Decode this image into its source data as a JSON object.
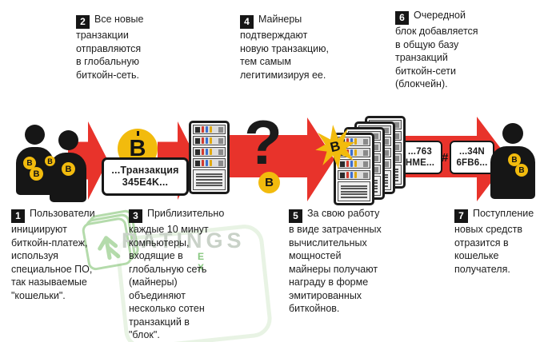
{
  "steps": [
    {
      "num": "1",
      "text": "Пользователи\nинициируют\nбиткойн-платеж,\nиспользуя\nспециальное ПО,\nтак называемые\n\"кошельки\"."
    },
    {
      "num": "2",
      "text": "Все новые\nтранзакции\nотправляются\nв глобальную\nбиткойн-сеть."
    },
    {
      "num": "3",
      "text": "Приблизительно\nкаждые 10 минут\nкомпьютеры,\nвходящие в\nглобальную сеть\n(майнеры)\nобъединяют\nнесколько сотен\nтранзакций в\n\"блок\"."
    },
    {
      "num": "4",
      "text": "Майнеры\nподтверждают\nновую транзакцию,\nтем самым\nлегитимизируя ее."
    },
    {
      "num": "5",
      "text": "За свою работу\nв виде затраченных\nвычислительных\nмощностей\nмайнеры получают\nнаграду в форме\nэмитированных\nбиткойнов."
    },
    {
      "num": "6",
      "text": "Очередной\nблок добавляется\nв общую базу\nтранзакций\nбиткойн-сети\n(блокчейн)."
    },
    {
      "num": "7",
      "text": "Поступление\nновых средств\nотразится в\nкошельке\nполучателя."
    }
  ],
  "flow": {
    "transaction_box": {
      "line1": "...Транзакция",
      "line2": "345E4K..."
    },
    "hash_box_1": {
      "line1": "...763",
      "line2": "HME..."
    },
    "hash_box_2": {
      "line1": "...34N",
      "line2": "6FB6..."
    },
    "hash_separator": "#",
    "question_mark": "?",
    "coin_letter": "B"
  },
  "watermark": {
    "text": "RATINGS",
    "subtext": "E X"
  },
  "colors": {
    "arrow_red": "#e8332b",
    "coin_yellow": "#f2bb0d",
    "icon_black": "#161616"
  }
}
